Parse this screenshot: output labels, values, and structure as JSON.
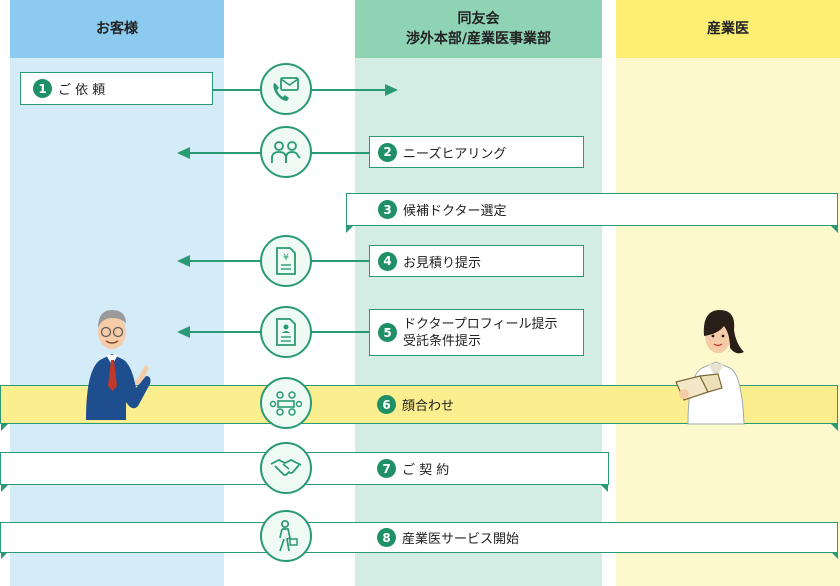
{
  "columns": {
    "client": "お客様",
    "doyukai_line1": "同友会",
    "doyukai_line2": "渉外本部/産業医事業部",
    "doctor": "産業医"
  },
  "steps": [
    {
      "num": "1",
      "label": "ご 依 頼"
    },
    {
      "num": "2",
      "label": "ニーズヒアリング"
    },
    {
      "num": "3",
      "label": "候補ドクター選定"
    },
    {
      "num": "4",
      "label": "お見積り提示"
    },
    {
      "num": "5",
      "label_line1": "ドクタープロフィール提示",
      "label_line2": "受託条件提示"
    },
    {
      "num": "6",
      "label": "顔合わせ"
    },
    {
      "num": "7",
      "label": "ご 契 約"
    },
    {
      "num": "8",
      "label": "産業医サービス開始"
    }
  ],
  "icons": [
    "phone-mail-icon",
    "hearing-people-icon",
    "estimate-yen-icon",
    "profile-document-icon",
    "meeting-table-icon",
    "handshake-icon",
    "walking-businessman-icon"
  ],
  "colors": {
    "client_col": "#d4ebf8",
    "doyukai_col": "#d3ede4",
    "doctor_col": "#fdf9cc",
    "accent": "#2a9a74",
    "highlight": "#fbee8e"
  }
}
